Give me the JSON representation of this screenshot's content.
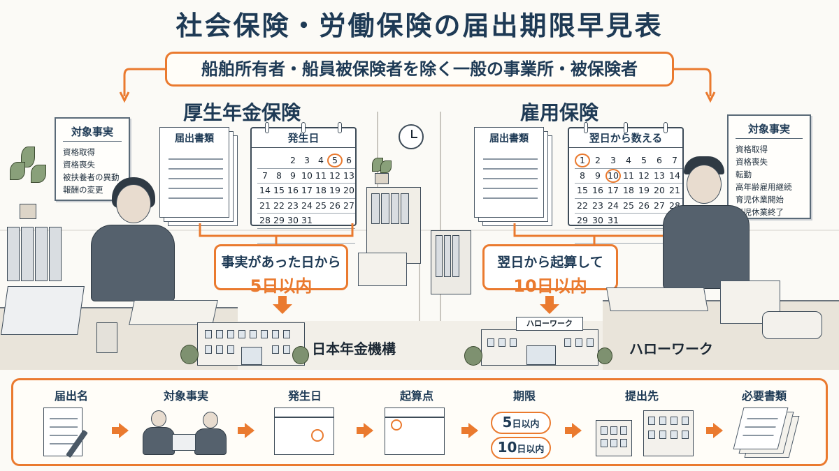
{
  "title": "社会保険・労働保険の届出期限早見表",
  "subtitle": "船舶所有者・船員被保険者を除く一般の事業所・被保険者",
  "left": {
    "heading": "厚生年金保険",
    "notice": {
      "title": "対象事実",
      "items": [
        "資格取得",
        "資格喪失",
        "被扶養者の異動",
        "報酬の変更"
      ]
    },
    "doc_label": "届出書類",
    "calendar": {
      "label": "発生日",
      "days": [
        "",
        "",
        "2",
        "3",
        "4",
        "5",
        "6",
        "7",
        "8",
        "9",
        "10",
        "11",
        "12",
        "13",
        "14",
        "15",
        "16",
        "17",
        "18",
        "19",
        "20",
        "21",
        "22",
        "23",
        "24",
        "25",
        "26",
        "27",
        "28",
        "29",
        "30",
        "31"
      ],
      "highlighted": [
        "5"
      ]
    },
    "rule": {
      "line1": "事実があった日から",
      "line2": "5日以内"
    },
    "destination": "日本年金機構"
  },
  "right": {
    "heading": "雇用保険",
    "notice": {
      "title": "対象事実",
      "items": [
        "資格取得",
        "資格喪失",
        "転勤",
        "高年齢雇用継続",
        "育児休業開始",
        "育児休業終了"
      ]
    },
    "doc_label": "届出書類",
    "calendar": {
      "label": "翌日から数える",
      "days": [
        "1",
        "2",
        "3",
        "4",
        "5",
        "6",
        "7",
        "8",
        "9",
        "10",
        "11",
        "12",
        "13",
        "14",
        "15",
        "16",
        "17",
        "18",
        "19",
        "20",
        "21",
        "22",
        "23",
        "24",
        "25",
        "26",
        "27",
        "28",
        "29",
        "30",
        "31"
      ],
      "highlighted": [
        "1",
        "10"
      ]
    },
    "rule": {
      "line1": "翌日から起算して",
      "line2": "10日以内"
    },
    "building_sign": "ハローワーク",
    "destination": "ハローワーク"
  },
  "steps": {
    "s1": "届出名",
    "s2": "対象事実",
    "s3": "発生日",
    "s4": "起算点",
    "s5": "期限",
    "s6": "提出先",
    "s7": "必要書類",
    "deadline1_num": "5",
    "deadline1_unit": "日以内",
    "deadline2_num": "10",
    "deadline2_unit": "日以内"
  },
  "colors": {
    "accent": "#ea7a2f",
    "ink": "#1e3a55",
    "background": "#fbfaf6"
  }
}
